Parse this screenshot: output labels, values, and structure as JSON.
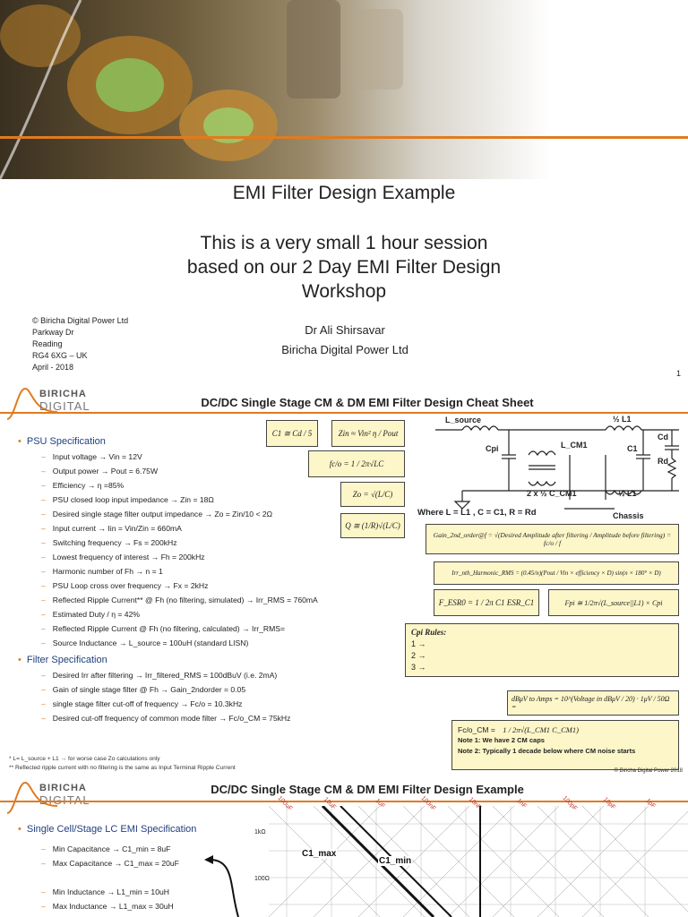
{
  "slide1": {
    "title": "EMI Filter Design Example",
    "subtitle_lines": [
      "This is a very small 1 hour session",
      "based on our 2 Day EMI Filter Design",
      "Workshop"
    ],
    "contact_lines": [
      "© Biricha Digital Power Ltd",
      "Parkway Dr",
      "Reading",
      "RG4 6XG – UK",
      "April - 2018"
    ],
    "author": "Dr Ali Shirsavar",
    "company": "Biricha Digital Power Ltd",
    "page_number": "1"
  },
  "slide2": {
    "logo_line1": "BIRICHA",
    "logo_line2": "DIGITAL",
    "title": "DC/DC Single Stage CM & DM EMI Filter Design Cheat Sheet",
    "psu_heading": "PSU Specification",
    "psu_items": [
      "Input voltage → Vin = 12V",
      "Output power → Pout = 6.75W",
      "Efficiency → η =85%",
      "PSU closed loop input impedance → Zin = 18Ω",
      "Desired single stage filter output impedance → Zo = Zin/10 < 2Ω",
      "Input current → Iin = Vin/Zin = 660mA",
      "Switching frequency → Fs = 200kHz",
      "Lowest frequency of interest → Fh = 200kHz",
      "Harmonic number of Fh → n = 1",
      "PSU Loop cross over frequency → Fx = 2kHz",
      "Reflected Ripple Current** @ Fh (no filtering, simulated) → Irr_RMS = 760mA",
      "Estimated Duty / η = 42%",
      "Reflected Ripple Current @ Fh (no filtering, calculated) → Irr_RMS=",
      "Source Inductance → L_source = 100uH (standard LISN)"
    ],
    "filter_heading": "Filter Specification",
    "filter_items": [
      "Desired Irr after filtering → Irr_filtered_RMS = 100dBuV (i.e. 2mA)",
      "Gain of single stage filter @ Fh → Gain_2ndorder = 0.05",
      "single stage filter cut-off of frequency → Fc/o = 10.3kHz",
      "Desired cut-off frequency of common mode filter → Fc/o_CM = 75kHz"
    ],
    "formulas": {
      "c1": "C1 ≅ Cd / 5",
      "zin": "Zin ≈ Vin² η / Pout",
      "fco": "fc/o = 1 / 2π√LC",
      "zo": "Zo = √(L/C)",
      "q": "Q ≅ (1/R)√(L/C)",
      "gain": "Gain_2nd_order@f = √(Desired Amplitude after filtering / Amplitude before filtering) = fc/o / f",
      "irr": "Irr_nth_Harmonic_RMS = (0.45/n)(Pout / Vin × efficiency × D) sin(n × 180° × D)",
      "fesr": "F_ESR0 = 1 / 2π C1 ESR_C1",
      "fpi": "Fpi ≅ 1/2π√(L_source||L1) × Cpi",
      "dbuv": "dBμV to Amps = 10^(Voltage in dBμV / 20) · 1μV / 50Ω ="
    },
    "circuit": {
      "l_source": "L_source",
      "half_l1_top": "½ L1",
      "half_l1_bot": "½ L1",
      "cd": "Cd",
      "c1": "C1",
      "rd": "Rd",
      "cpi": "Cpi",
      "l_cm1": "L_CM1",
      "c_cm1": "2 x ½ C_CM1",
      "chassis": "Chassis"
    },
    "where_text": "Where L = L1 , C = C1, R = Rd",
    "cpi_rules_title": "Cpi Rules:",
    "cpi_rules": [
      "1 →",
      "2 →",
      "3 →"
    ],
    "fco_cm_label": "Fc/o_CM =",
    "fco_cm_formula": "1 / 2π√(L_CM1 C_CM1)",
    "note1": "Note 1: We have 2 CM caps",
    "note2": "Note 2: Typically 1 decade below where CM noise starts",
    "footnote1": "* L= L_source + L1 → for worse case Zo calculations only",
    "footnote2": "** Reflected ripple current with no filtering is the same as Input Terminal Ripple Current",
    "copyright": "© Biricha Digital Power 2018"
  },
  "slide3": {
    "logo_line1": "BIRICHA",
    "logo_line2": "DIGITAL",
    "title": "DC/DC Single Stage CM & DM EMI Filter Design Example",
    "heading": "Single Cell/Stage LC EMI Specification",
    "items": [
      "Min Capacitance → C1_min = 8uF",
      "Max Capacitance → C1_max = 20uF",
      "Min Inductance → L1_min = 10uH",
      "Max Inductance → L1_max = 30uH"
    ],
    "chart_labels": {
      "y_1k": "1kΩ",
      "y_100": "100Ω",
      "c1_max": "C1_max",
      "c1_min": "C1_min",
      "diag_labels": [
        "100uF",
        "10uF",
        "1uF",
        "100nF",
        "10nF",
        "1nF",
        "100pF",
        "10pF",
        "1pF"
      ]
    }
  }
}
